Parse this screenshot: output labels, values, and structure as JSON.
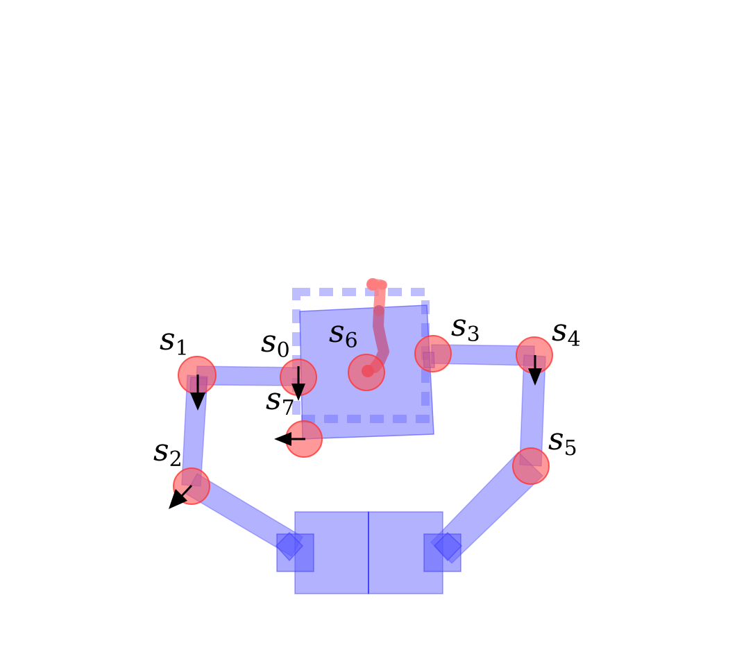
{
  "diagram": {
    "colors": {
      "link": "#6666ff",
      "joint": "#ff5555",
      "arrow": "#000000",
      "trail_start": "#ff6b6b",
      "trail_end": "#b0457f"
    },
    "states": [
      {
        "id": "s0",
        "letter": "s",
        "index": "0"
      },
      {
        "id": "s1",
        "letter": "s",
        "index": "1"
      },
      {
        "id": "s2",
        "letter": "s",
        "index": "2"
      },
      {
        "id": "s3",
        "letter": "s",
        "index": "3"
      },
      {
        "id": "s4",
        "letter": "s",
        "index": "4"
      },
      {
        "id": "s5",
        "letter": "s",
        "index": "5"
      },
      {
        "id": "s6",
        "letter": "s",
        "index": "6"
      },
      {
        "id": "s7",
        "letter": "s",
        "index": "7"
      }
    ]
  }
}
